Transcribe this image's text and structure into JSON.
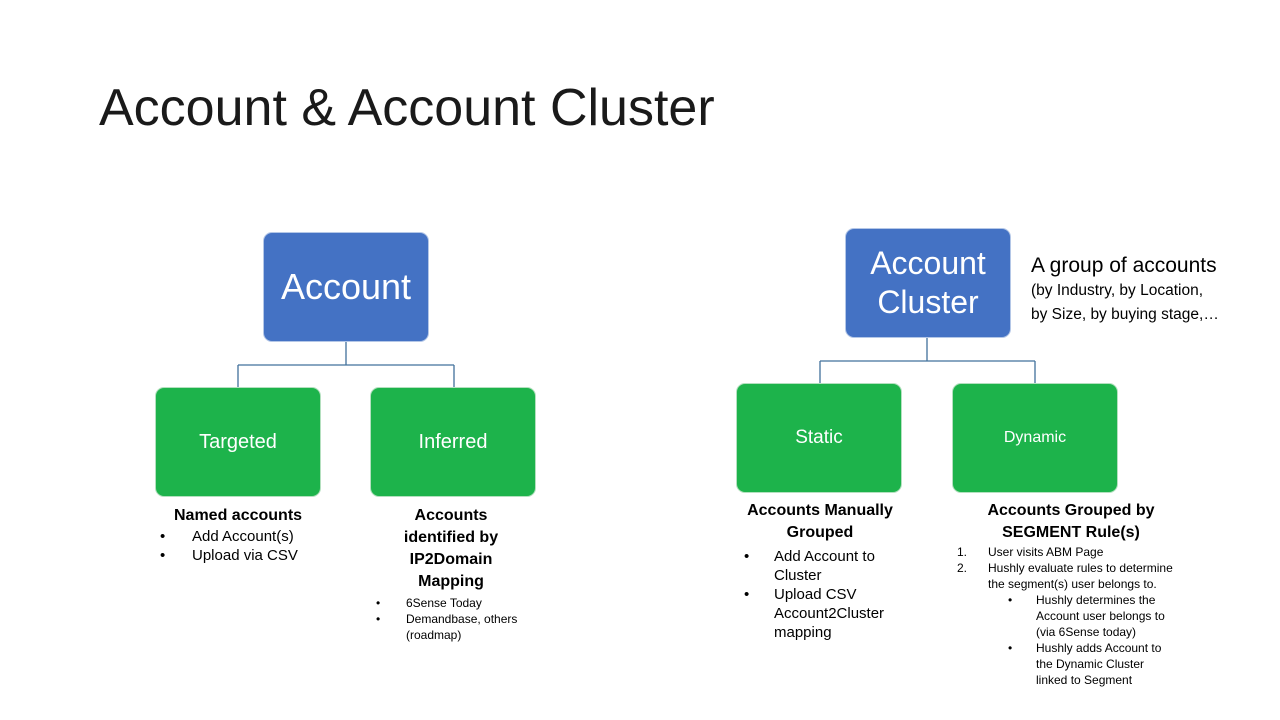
{
  "slide": {
    "title": "Account & Account Cluster"
  },
  "colors": {
    "blue": "#4472c4",
    "green": "#1db34b",
    "connector": "#41719c"
  },
  "account": {
    "label": "Account",
    "children": {
      "targeted": {
        "label": "Targeted",
        "heading": "Named accounts",
        "bullets": [
          "Add Account(s)",
          "Upload via CSV"
        ]
      },
      "inferred": {
        "label": "Inferred",
        "heading": "Accounts identified by IP2Domain Mapping",
        "bullets": [
          "6Sense Today",
          "Demandbase, others (roadmap)"
        ]
      }
    }
  },
  "cluster": {
    "label_line1": "Account",
    "label_line2": "Cluster",
    "note": {
      "line1": "A group of accounts",
      "line2": "(by Industry, by Location,",
      "line3": "by Size, by buying stage,…"
    },
    "children": {
      "static": {
        "label": "Static",
        "heading": "Accounts Manually Grouped",
        "bullets": [
          "Add Account to Cluster",
          "Upload CSV Account2Cluster mapping"
        ]
      },
      "dynamic": {
        "label": "Dynamic",
        "heading_line1": "Accounts Grouped by",
        "heading_line2": "SEGMENT Rule(s)",
        "steps": [
          {
            "num": "1.",
            "text": "User visits ABM Page"
          },
          {
            "num": "2.",
            "text": "Hushly evaluate rules to determine the segment(s) user belongs to."
          }
        ],
        "sub_bullets": [
          "Hushly determines the Account user belongs to (via 6Sense today)",
          "Hushly adds Account to the  Dynamic Cluster linked to Segment"
        ]
      }
    }
  }
}
